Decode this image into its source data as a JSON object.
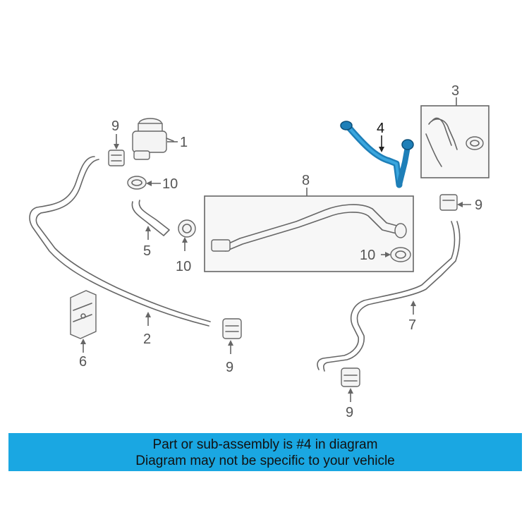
{
  "callouts": {
    "c1": "1",
    "c2": "2",
    "c3": "3",
    "c4": "4",
    "c5": "5",
    "c6": "6",
    "c7": "7",
    "c8": "8",
    "c9a": "9",
    "c9b": "9",
    "c9c": "9",
    "c9d": "9",
    "c10a": "10",
    "c10b": "10",
    "c10c": "10"
  },
  "highlight_color": "#1e7fb8",
  "banner": {
    "line1": "Part or sub-assembly is #4 in diagram",
    "line2": "Diagram may not be specific to your vehicle",
    "background": "#1aa7e2"
  }
}
